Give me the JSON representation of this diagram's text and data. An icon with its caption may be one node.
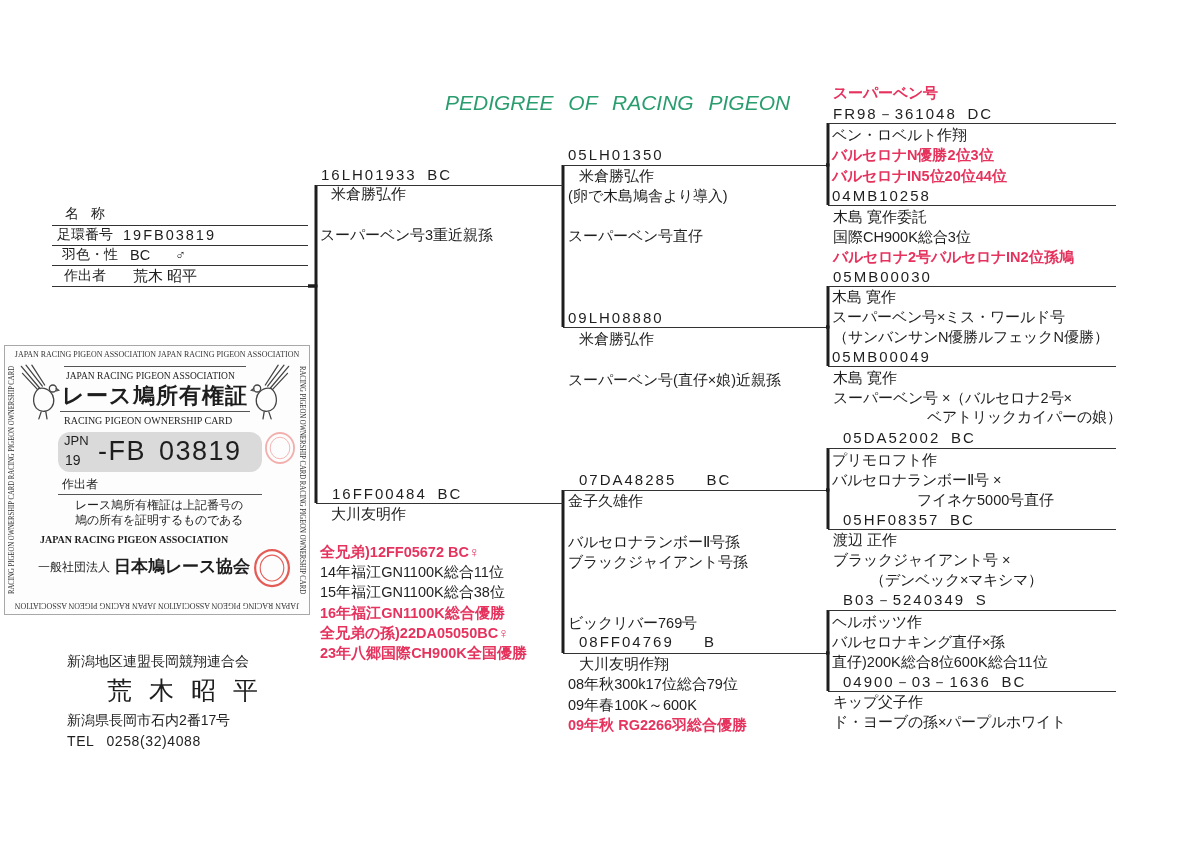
{
  "diagram": {
    "title": "PEDIGREE OF RACING PIGEON",
    "nodes": [
      {
        "text": [
          "名称",
          "足環番号",
          "19FB03819",
          "羽色・性",
          "BC",
          "♂",
          "作出者",
          "荒木 昭平"
        ]
      },
      {
        "text": [
          "JAPAN RACING PIGEON ASSOCIATION JAPAN RACING PIGEON ASSOCIATION",
          "RACING PIGEON OWNERSHIP CARD RACING PIGEON OWNERSHIP CARD",
          "JAPAN RACING PIGEON ASSOCIATION JAPAN RACING PIGEON ASSOCIATION",
          "RACING PIGEON OWNERSHIP CARD RACING PIGEON OWNERSHIP CARD",
          "JAPAN RACING PIGEON ASSOCIATION",
          "レース鳩所有権証",
          "RACING PIGEON OWNERSHIP CARD",
          "作出者",
          "レース鳩所有権証は上記番号の鳩の所有を証明するものである",
          "JAPAN RACING PIGEON ASSOCIATION",
          "一般社団法人",
          "日本鳩レース協会"
        ]
      },
      {
        "text": [
          "JPN",
          "19",
          "-FB 03819"
        ],
        "in": 1
      },
      {
        "text": [
          "16LH01933 BC",
          "米倉勝弘作",
          "スーパーベン号3重近親孫"
        ]
      },
      {
        "text": [
          "16FF00484 BC",
          "大川友明作",
          "全兄弟)12FF05672 BC♀",
          "14年福江GN1100K総合11位",
          "15年福江GN1100K総合38位",
          "16年福江GN1100K総合優勝",
          "全兄弟の孫)22DA05050BC♀",
          "23年八郷国際CH900K全国優勝"
        ]
      },
      {
        "text": [
          "05LH01350",
          "米倉勝弘作",
          "(卵で木島鳩舎より導入)",
          "スーパーベン号直仔"
        ]
      },
      {
        "text": [
          "09LH08880",
          "米倉勝弘作",
          "スーパーベン号(直仔×娘)近親孫"
        ]
      },
      {
        "text": [
          "07DA48285 BC",
          "金子久雄作",
          "バルセロナランボーⅡ号孫",
          "ブラックジャイアント号孫"
        ]
      },
      {
        "text": [
          "ビックリバー769号",
          "08FF04769 B",
          "大川友明作翔",
          "08年秋300k17位総合79位",
          "09年春100K～600K",
          "09年秋 RG2266羽総合優勝"
        ]
      },
      {
        "text": [
          "スーパーベン号",
          "FR98－361048 DC",
          "ベン・ロベルト作翔",
          "バルセロナN優勝2位3位",
          "バルセロナIN5位20位44位"
        ]
      },
      {
        "text": [
          "04MB10258",
          "木島 寛作委託",
          "国際CH900K総合3位",
          "バルセロナ2号バルセロナIN2位孫鳩"
        ]
      },
      {
        "text": [
          "05MB00030",
          "木島 寛作",
          "スーパーベン号×ミス・ワールド号",
          "（サンバンサンN優勝ルフェックN優勝）"
        ]
      },
      {
        "text": [
          "05MB00049",
          "木島 寛作",
          "スーパーベン号 ×（バルセロナ2号×",
          "ベアトリックカイパーの娘）"
        ]
      },
      {
        "text": [
          "05DA52002 BC",
          "プリモロフト作",
          "バルセロナランボーⅡ号 ×",
          "フイネケ5000号直仔"
        ]
      },
      {
        "text": [
          "05HF08357 BC",
          "渡辺 正作",
          "ブラックジャイアント号 ×",
          "（デンベック×マキシマ）"
        ]
      },
      {
        "text": [
          "B03－5240349 S",
          "ヘルボッツ作",
          "バルセロナキング直仔×孫",
          "直仔)200K総合8位600K総合11位"
        ]
      },
      {
        "text": [
          "04900－03－1636 BC",
          "キップ父子作",
          "ド・ヨーブの孫×パープルホワイト"
        ]
      }
    ],
    "edges": [
      {
        "from": 0,
        "to": 3,
        "arrow": "none"
      },
      {
        "from": 0,
        "to": 4,
        "arrow": "none"
      },
      {
        "from": 3,
        "to": 5,
        "arrow": "none"
      },
      {
        "from": 3,
        "to": 6,
        "arrow": "none"
      },
      {
        "from": 4,
        "to": 7,
        "arrow": "none"
      },
      {
        "from": 4,
        "to": 8,
        "arrow": "none"
      },
      {
        "from": 5,
        "to": 9,
        "arrow": "none"
      },
      {
        "from": 5,
        "to": 10,
        "arrow": "none"
      },
      {
        "from": 6,
        "to": 11,
        "arrow": "none"
      },
      {
        "from": 6,
        "to": 12,
        "arrow": "none"
      },
      {
        "from": 7,
        "to": 13,
        "arrow": "none"
      },
      {
        "from": 7,
        "to": 14,
        "arrow": "none"
      },
      {
        "from": 8,
        "to": 15,
        "arrow": "none"
      },
      {
        "from": 8,
        "to": 16,
        "arrow": "none"
      }
    ],
    "labels": [
      "新潟地区連盟長岡競翔連合会",
      "荒木昭平",
      "新潟県長岡市石内2番17号",
      "TEL 0258(32)4088"
    ]
  }
}
